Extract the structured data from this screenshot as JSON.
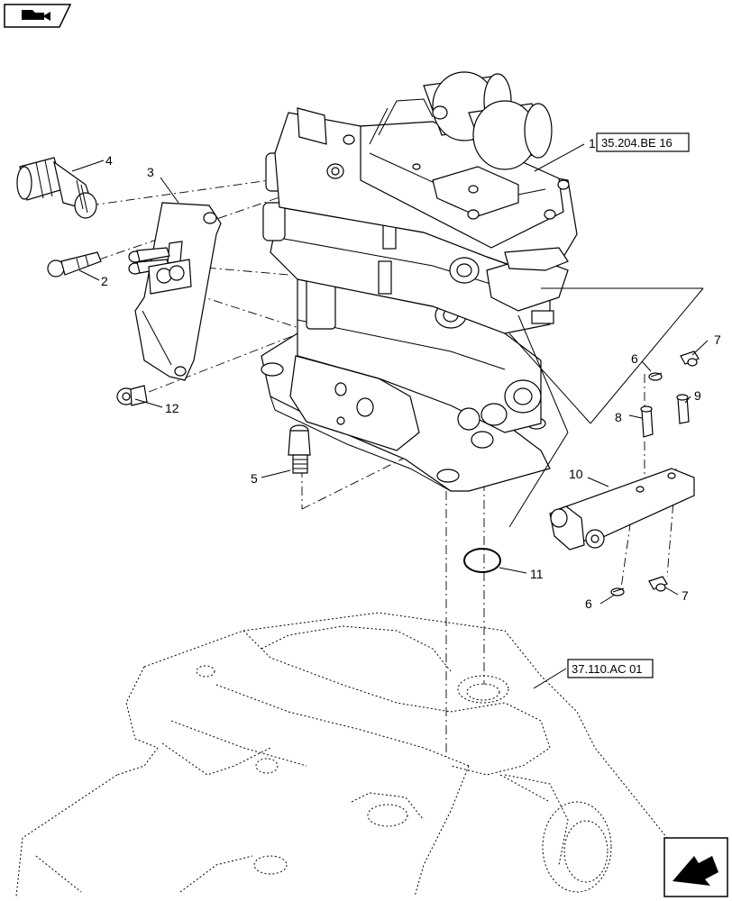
{
  "references": {
    "valve_ref": "35.204.BE 16",
    "housing_ref": "37.110.AC 01"
  },
  "callouts": [
    "1",
    "2",
    "3",
    "4",
    "5",
    "6",
    "6",
    "7",
    "7",
    "8",
    "9",
    "10",
    "11",
    "12"
  ],
  "icons": {
    "top_left": "book-arrow-icon",
    "bottom_right": "next-page-arrow-icon"
  }
}
